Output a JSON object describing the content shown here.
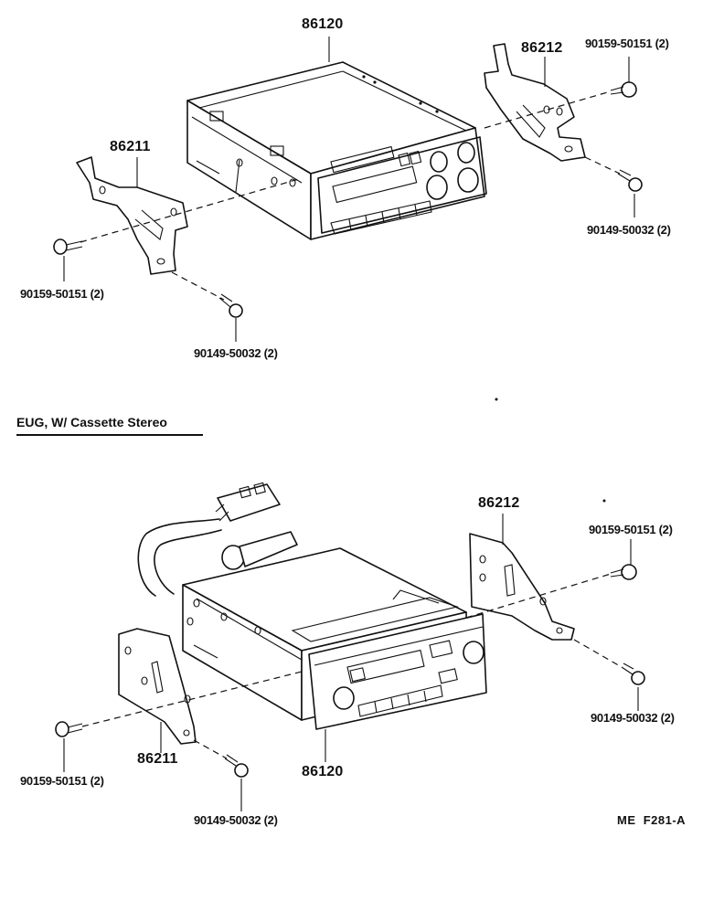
{
  "diagram": {
    "top": {
      "radio_part": "86120",
      "bracket_left": "86211",
      "bracket_right": "86212",
      "bolt_left": "90159-50151 (2)",
      "screw_left": "90149-50032 (2)",
      "bolt_right": "90159-50151 (2)",
      "screw_right": "90149-50032 (2)"
    },
    "bottom": {
      "section_title": "EUG, W/ Cassette Stereo",
      "radio_part": "86120",
      "bracket_left": "86211",
      "bracket_right": "86212",
      "bolt_left": "90159-50151 (2)",
      "screw_left": "90149-50032 (2)",
      "bolt_right": "90159-50151 (2)",
      "screw_right": "90149-50032 (2)"
    },
    "figure_code": "ME  F281-A"
  }
}
